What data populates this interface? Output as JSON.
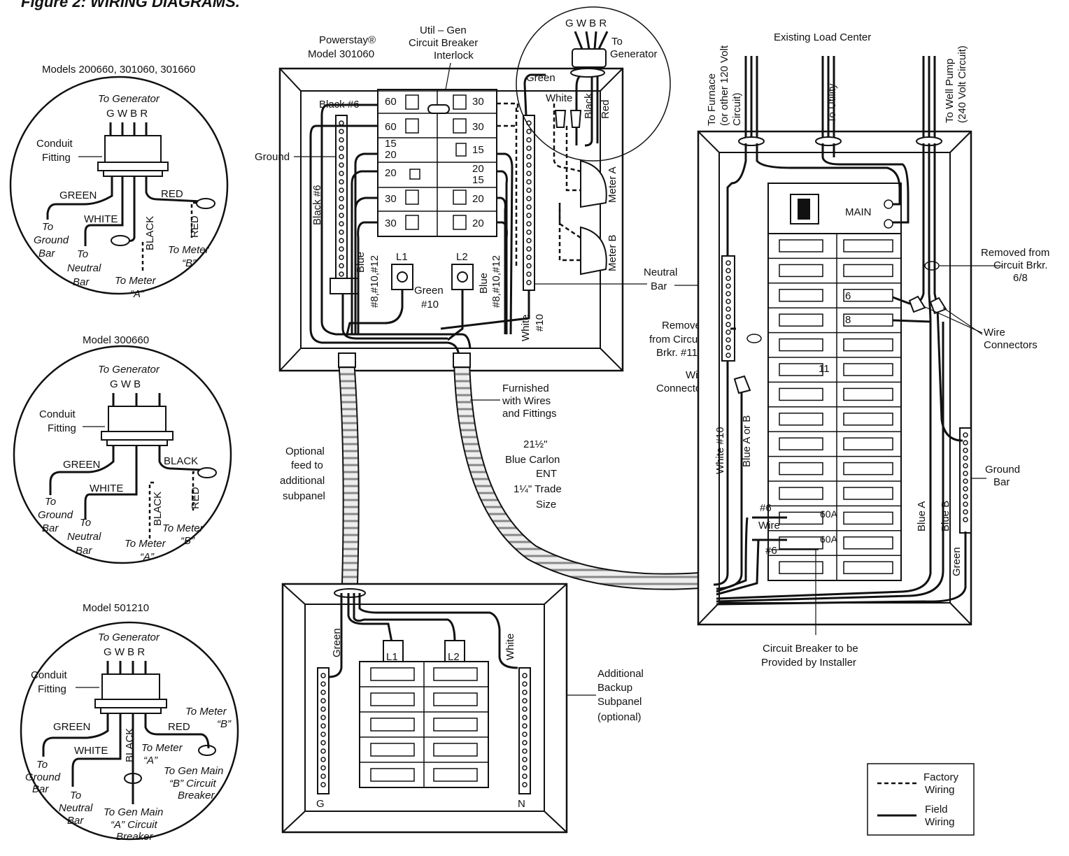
{
  "figure_title": "Figure 2: WIRING DIAGRAMS.",
  "inset1": {
    "title": "Models 200660, 301060, 301660",
    "to_generator": "To Generator",
    "gwbr": "G W B R",
    "conduit": "Conduit",
    "fitting": "Fitting",
    "green": "GREEN",
    "white": "WHITE",
    "black": "BLACK",
    "red_top": "RED",
    "red_side": "RED",
    "to_ground_1": "To",
    "to_ground_2": "Ground",
    "to_ground_3": "Bar",
    "to_neutral_1": "To",
    "to_neutral_2": "Neutral",
    "to_neutral_3": "Bar",
    "to_meter_a_1": "To Meter",
    "to_meter_a_2": "“A”",
    "to_meter_b_1": "To Meter",
    "to_meter_b_2": "“B”"
  },
  "inset2": {
    "title": "Model 300660",
    "to_generator": "To Generator",
    "gwb": "G  W  B",
    "conduit": "Conduit",
    "fitting": "Fitting",
    "green": "GREEN",
    "white": "WHITE",
    "black_top": "BLACK",
    "black_side": "BLACK",
    "red_side": "RED",
    "to_ground_1": "To",
    "to_ground_2": "Ground",
    "to_ground_3": "Bar",
    "to_neutral_1": "To",
    "to_neutral_2": "Neutral",
    "to_neutral_3": "Bar",
    "to_meter_a_1": "To Meter",
    "to_meter_a_2": "“A”",
    "to_meter_b_1": "To Meter",
    "to_meter_b_2": "“B”"
  },
  "inset3": {
    "title": "Model 501210",
    "to_generator": "To Generator",
    "gwbr": "G W B R",
    "conduit": "Conduit",
    "fitting": "Fitting",
    "green": "GREEN",
    "white": "WHITE",
    "black": "BLACK",
    "red": "RED",
    "to_meter_b_1": "To Meter",
    "to_meter_b_2": "“B”",
    "to_meter_a_1": "To Meter",
    "to_meter_a_2": "“A”",
    "gen_b_1": "To Gen Main",
    "gen_b_2": "“B” Circuit",
    "gen_b_3": "Breaker",
    "to_ground_1": "To",
    "to_ground_2": "Ground",
    "to_ground_3": "Bar",
    "to_neutral_1": "To",
    "to_neutral_2": "Neutral",
    "to_neutral_3": "Bar",
    "gen_a_1": "To Gen Main",
    "gen_a_2": "“A” Circuit",
    "gen_a_3": "Breaker"
  },
  "transfer_switch": {
    "model_1": "Powerstay®",
    "model_2": "Model 301060",
    "interlock_1": "Util – Gen",
    "interlock_2": "Circuit Breaker",
    "interlock_3": "Interlock",
    "black6_top": "Black #6",
    "black6_side": "Black #6",
    "ground": "Ground",
    "green_wire": "Green",
    "white_wire": "White",
    "black_wire": "Black",
    "red_wire": "Red",
    "gwbr": "G W B R",
    "to_gen_1": "To",
    "to_gen_2": "Generator",
    "meter_a": "Meter A",
    "meter_b": "Meter B",
    "l1": "L1",
    "l2": "L2",
    "green10_1": "Green",
    "green10_2": "#10",
    "blue_left_1": "Blue",
    "blue_left_2": "#8,#10,#12",
    "blue_right_1": "Blue",
    "blue_right_2": "#8,#10,#12",
    "white10_1": "White",
    "white10_2": "#10",
    "breakers_left": [
      "60",
      "60",
      "15",
      "20",
      "20",
      "30",
      "30"
    ],
    "breakers_right": [
      "30",
      "30",
      "15",
      "20",
      "15",
      "20",
      "20"
    ]
  },
  "middle": {
    "neutral_1": "Neutral",
    "neutral_2": "Bar",
    "removed11_1": "Removed",
    "removed11_2": "from Circuit",
    "removed11_3": "Brkr. #11",
    "wire_conn_1": "Wire",
    "wire_conn_2": "Connector",
    "furnished_1": "Furnished",
    "furnished_2": "with Wires",
    "furnished_3": "and Fittings",
    "carlon_1": "21½\"",
    "carlon_2": "Blue Carlon",
    "carlon_3": "ENT",
    "carlon_4": "1¼\" Trade",
    "carlon_5": "Size",
    "optional_1": "Optional",
    "optional_2": "feed to",
    "optional_3": "additional",
    "optional_4": "subpanel"
  },
  "load_center": {
    "title": "Existing Load Center",
    "furnace_1": "To Furnace",
    "furnace_2": "(or other 120 Volt",
    "furnace_3": "Circuit)",
    "utility": "To Utility",
    "well_1": "To Well Pump",
    "well_2": "(240 Volt Circuit)",
    "main": "MAIN",
    "removed68_1": "Removed from",
    "removed68_2": "Circuit Brkr.",
    "removed68_3": "6/8",
    "wire_connectors_1": "Wire",
    "wire_connectors_2": "Connectors",
    "ground_bar_1": "Ground",
    "ground_bar_2": "Bar",
    "white10": "White #10",
    "blue_ab": "Blue A or B",
    "blue_a": "Blue A",
    "blue_b": "Blue B",
    "green": "Green",
    "wire6_1": "#6",
    "wire6_2": "Wire",
    "wire6_3": "#6",
    "brk6": "6",
    "brk8": "8",
    "brk11": "11",
    "amp60a": "60A",
    "amp60b": "60A",
    "installer_1": "Circuit Breaker to be",
    "installer_2": "Provided by Installer"
  },
  "subpanel": {
    "l1": "L1",
    "l2": "L2",
    "green": "Green",
    "white": "White",
    "g": "G",
    "n": "N",
    "additional_1": "Additional",
    "additional_2": "Backup",
    "additional_3": "Subpanel",
    "additional_4": "(optional)"
  },
  "legend": {
    "factory_1": "Factory",
    "factory_2": "Wiring",
    "field_1": "Field",
    "field_2": "Wiring"
  }
}
